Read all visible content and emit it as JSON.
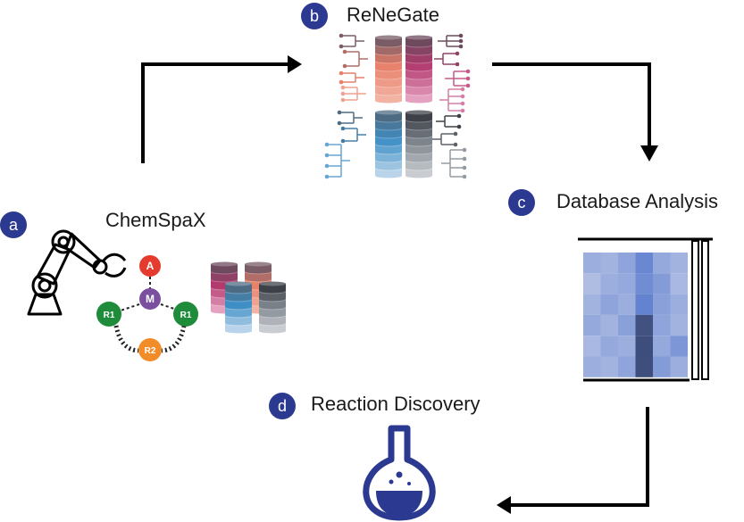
{
  "colors": {
    "badge": "#2B3990",
    "arrow": "#000000",
    "reddish_db": [
      "#7A5C66",
      "#E8806A",
      "#F2B3A3"
    ],
    "purple_db": [
      "#6E4A5E",
      "#B23A6E",
      "#E5A1C0"
    ],
    "blue_db": [
      "#4E6B84",
      "#3E8FC6",
      "#B9D4EA"
    ],
    "grey_db": [
      "#3E4248",
      "#7A8088",
      "#C9CDD2"
    ],
    "node_A": "#E53A2E",
    "node_M": "#7B4FA0",
    "node_R1": "#1E8C3A",
    "node_R2": "#F28C28",
    "heatmap_light": "#C8D0EA",
    "heatmap_dark": "#3A4A7A",
    "flask": "#2B3990"
  },
  "steps": {
    "a": {
      "badge": "a",
      "label": "ChemSpaX"
    },
    "b": {
      "badge": "b",
      "label": "ReNeGate"
    },
    "c": {
      "badge": "c",
      "label": "Database Analysis"
    },
    "d": {
      "badge": "d",
      "label": "Reaction Discovery"
    }
  },
  "molecule": {
    "top": "A",
    "center": "M",
    "left": "R1",
    "right": "R1",
    "bottom": "R2"
  },
  "icons": {
    "robot_arm": "robot-arm-icon",
    "database": "database-stack-icon",
    "network": "reaction-network-icon",
    "heatmap": "heatmap-matrix-icon",
    "flask": "flask-icon"
  }
}
